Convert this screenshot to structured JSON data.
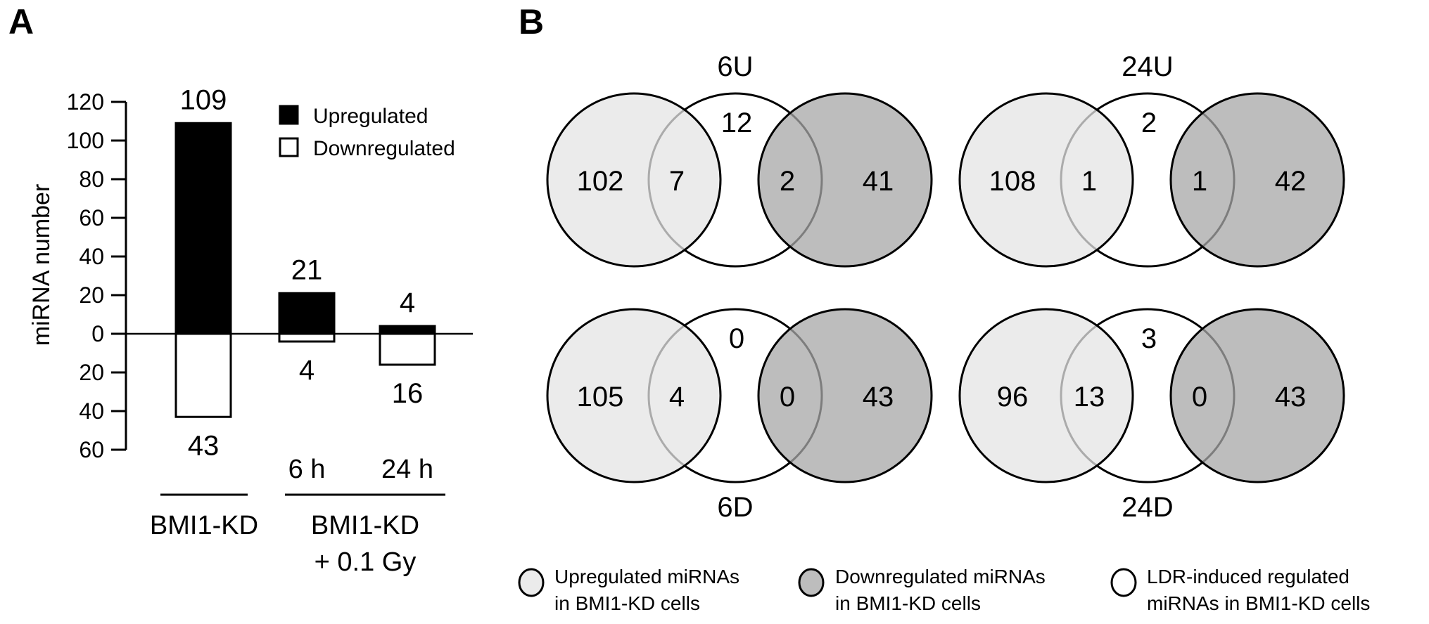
{
  "panel_labels": {
    "a": "A",
    "b": "B"
  },
  "chart_data": [
    {
      "type": "bar",
      "panel": "A",
      "ylabel": "miRNA number",
      "ylim": [
        -60,
        120
      ],
      "yticks": [
        {
          "value": 120,
          "label": "120"
        },
        {
          "value": 100,
          "label": "100"
        },
        {
          "value": 80,
          "label": "80"
        },
        {
          "value": 60,
          "label": "60"
        },
        {
          "value": 40,
          "label": "40"
        },
        {
          "value": 20,
          "label": "20"
        },
        {
          "value": 0,
          "label": "0"
        },
        {
          "value": -20,
          "label": "20"
        },
        {
          "value": -40,
          "label": "40"
        },
        {
          "value": -60,
          "label": "60"
        }
      ],
      "categories": [
        "",
        "6 h",
        "24 h"
      ],
      "groups": [
        {
          "lines": [
            "BMI1-KD"
          ],
          "categories": [
            0
          ]
        },
        {
          "lines": [
            "BMI1-KD",
            "+ 0.1 Gy"
          ],
          "categories": [
            1,
            2
          ]
        }
      ],
      "series": [
        {
          "name": "Upregulated",
          "color": "#000000",
          "values": [
            109,
            21,
            4
          ],
          "labels": [
            "109",
            "21",
            "4"
          ]
        },
        {
          "name": "Downregulated",
          "color": "#ffffff",
          "values": [
            43,
            4,
            16
          ],
          "labels": [
            "43",
            "4",
            "16"
          ]
        }
      ],
      "legend": "top-right"
    },
    {
      "type": "venn",
      "panel": "B",
      "colors": {
        "upregulated": "#ebebeb",
        "downregulated": "#bdbdbd",
        "ldr": "#ffffff"
      },
      "diagrams": [
        {
          "title": "6U",
          "title_position": "top",
          "up_only": "102",
          "up_ldr": "7",
          "ldr_only": "12",
          "ldr_down": "2",
          "down_only": "41"
        },
        {
          "title": "24U",
          "title_position": "top",
          "up_only": "108",
          "up_ldr": "1",
          "ldr_only": "2",
          "ldr_down": "1",
          "down_only": "42"
        },
        {
          "title": "6D",
          "title_position": "bottom",
          "up_only": "105",
          "up_ldr": "4",
          "ldr_only": "0",
          "ldr_down": "0",
          "down_only": "43"
        },
        {
          "title": "24D",
          "title_position": "bottom",
          "up_only": "96",
          "up_ldr": "13",
          "ldr_only": "3",
          "ldr_down": "0",
          "down_only": "43"
        }
      ],
      "legend": [
        {
          "key": "upregulated",
          "lines": [
            "Upregulated miRNAs",
            "in BMI1-KD cells"
          ]
        },
        {
          "key": "downregulated",
          "lines": [
            "Downregulated miRNAs",
            "in BMI1-KD cells"
          ]
        },
        {
          "key": "ldr",
          "lines": [
            "LDR-induced regulated",
            "miRNAs in BMI1-KD cells"
          ]
        }
      ]
    }
  ]
}
